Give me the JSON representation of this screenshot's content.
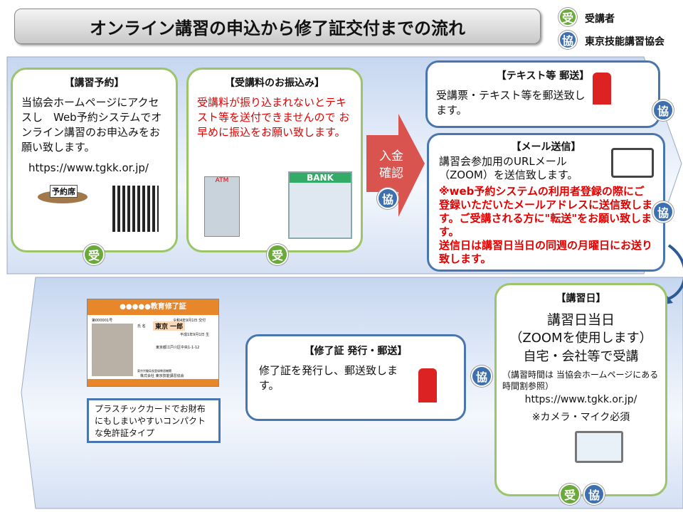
{
  "title": "オンライン講習の申込から修了証交付までの流れ",
  "legend": [
    {
      "mark": "受",
      "label": "受講者",
      "color": "#6aaa3a"
    },
    {
      "mark": "協",
      "label": "東京技能講習協会",
      "color": "#3e6fae"
    }
  ],
  "step1": {
    "heading": "【講習予約】",
    "body": "当協会ホームページにアクセスし　Web予約システムでオンライン講習のお申込みをお願い致します。",
    "url": "https://www.tgkk.or.jp/",
    "sign": "予約席",
    "badge": "受"
  },
  "step2": {
    "heading": "【受講料のお振込み】",
    "body": "受講料が振り込まれないとテキスト等を送付できませんので お早めに振込をお願い致します。",
    "atm": "ATM",
    "bank": "BANK",
    "badge": "受"
  },
  "arrow": {
    "label": "入金確認",
    "badge": "協"
  },
  "step3": {
    "heading": "【テキスト等 郵送】",
    "body": "受講票・テキスト等を郵送致します。",
    "badge": "協"
  },
  "step4": {
    "heading": "【メール送信】",
    "body": "講習会参加用のURLメール（ZOOM）を送信致します。",
    "note1": "※web予約システムの利用者登録の際にご登録いただいたメールアドレスに送信致します。ご受講される方に\"転送\"をお願い致します。",
    "note2": "送信日は講習日当日の同週の月曜日にお送り致します。",
    "badge": "協"
  },
  "certificate": {
    "title": "●●●●●教育修了証",
    "number": "第000001号",
    "issued": "令和4年9月1日 交付",
    "name_label": "氏 名",
    "name": "東京 一郎",
    "birth": "平成1年9月1日 生",
    "address": "東京都江戸川区中央1-1-12",
    "issuer1": "東京労働局長登録教習機関",
    "issuer2": "株式会社 東京技能講習協会",
    "caption": "プラスチックカードでお財布にもしまいやすいコンパクトな免許証タイプ"
  },
  "step5": {
    "heading": "【修了証 発行・郵送】",
    "body": "修了証を発行し、郵送致します。",
    "badge": "協"
  },
  "step6": {
    "heading": "【講習日】",
    "line1": "講習日当日",
    "line2": "（ZOOMを使用します）",
    "line3": "自宅・会社等で受講",
    "note": "（講習時間は 当協会ホームページにある時間割参照）",
    "url": "https://www.tgkk.or.jp/",
    "camera": "※カメラ・マイク必須",
    "badges": [
      "受",
      "協"
    ]
  }
}
